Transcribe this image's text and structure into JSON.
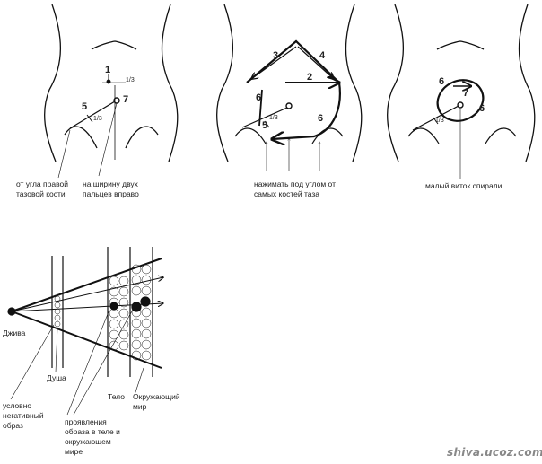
{
  "panels": {
    "p1": {
      "labels": [
        "1",
        "1/3",
        "7",
        "5",
        "1/3"
      ],
      "caption_left": "от угла правой тазовой кости",
      "caption_right": "на ширину двух пальцев вправо"
    },
    "p2": {
      "labels": [
        "3",
        "4",
        "2",
        "6",
        "6",
        "5",
        "1/3"
      ],
      "caption": "нажимать под углом от самых костей таза"
    },
    "p3": {
      "labels": [
        "6",
        "7",
        "6",
        "1/3"
      ],
      "caption": "малый виток спирали"
    }
  },
  "bottom": {
    "jiva": "Джива",
    "dusha": "Душа",
    "telo": "Тело",
    "env": "Окружающий мир",
    "negative": "условно негативный образ",
    "manifest": "проявления образа в теле и окружающем мире"
  },
  "watermark": "shiva.ucoz.com",
  "colors": {
    "ink": "#111111",
    "text": "#222222",
    "watermark": "#888888"
  }
}
